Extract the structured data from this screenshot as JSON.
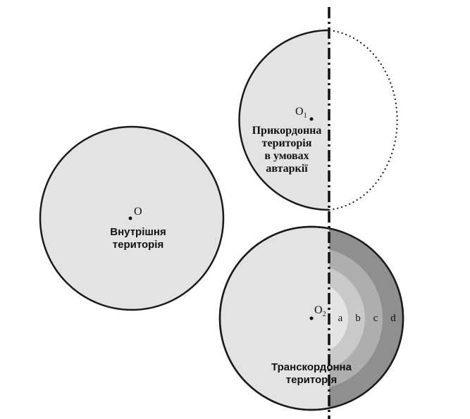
{
  "inner_circle": {
    "center_label": "O",
    "title_lines": [
      "Внутрішня",
      "територія"
    ]
  },
  "autarky_circle": {
    "center_label": "O",
    "center_subscript": "1",
    "title_lines": [
      "Прикордонна",
      "територія",
      "в умовах",
      "автаркії"
    ]
  },
  "transborder_circle": {
    "center_label": "O",
    "center_subscript": "2",
    "title_lines": [
      "Транскордонна",
      "територія"
    ],
    "zones": [
      "a",
      "b",
      "c",
      "d"
    ],
    "zone_colors": [
      "#e4e4e4",
      "#c9c9c9",
      "#aeaeae",
      "#8f8f8f"
    ]
  },
  "colors": {
    "territory_fill": "#e3e3e3",
    "outline": "#1a1a1a"
  }
}
